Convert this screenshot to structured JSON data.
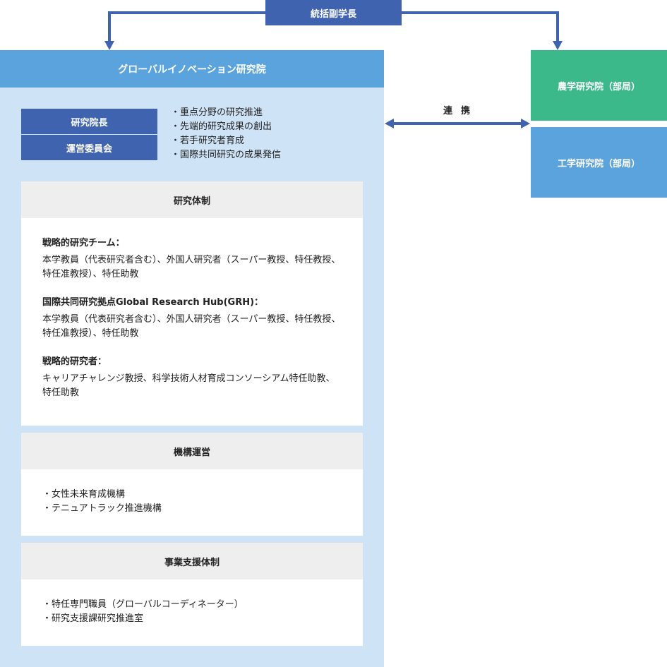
{
  "top": "統括副学長",
  "institute": {
    "title": "グローバルイノベーション研究院",
    "roles": [
      "研究院長",
      "運営委員会"
    ],
    "missions": [
      "・重点分野の研究推進",
      "・先端的研究成果の創出",
      "・若手研究者育成",
      "・国際共同研究の成果発信"
    ]
  },
  "sections": [
    {
      "title": "研究体制",
      "blocks": [
        {
          "title": "戦略的研究チーム：",
          "text": "本学教員（代表研究者含む）、外国人研究者（スーパー教授、特任教授、特任准教授）、特任助教"
        },
        {
          "title": "国際共同研究拠点Global Research Hub(GRH)：",
          "text": "本学教員（代表研究者含む）、外国人研究者（スーパー教授、特任教授、特任准教授）、特任助教"
        },
        {
          "title": "戦略的研究者：",
          "text": "キャリアチャレンジ教授、科学技術人材育成コンソーシアム特任助教、特任助教"
        }
      ]
    },
    {
      "title": "機構運営",
      "items": [
        "・女性未来育成機構",
        "・テニュアトラック推進機構"
      ]
    },
    {
      "title": "事業支援体制",
      "items": [
        "・特任専門職員（グローバルコーディネーター）",
        "・研究支援課研究推進室"
      ]
    }
  ],
  "link_label": "連携",
  "partners": [
    "農学研究院（部局）",
    "工学研究院（部局）"
  ],
  "colors": {
    "dark": "#3f63ae",
    "light": "#5ba3dc",
    "pale": "#cfe3f7",
    "green": "#3bb98a"
  }
}
